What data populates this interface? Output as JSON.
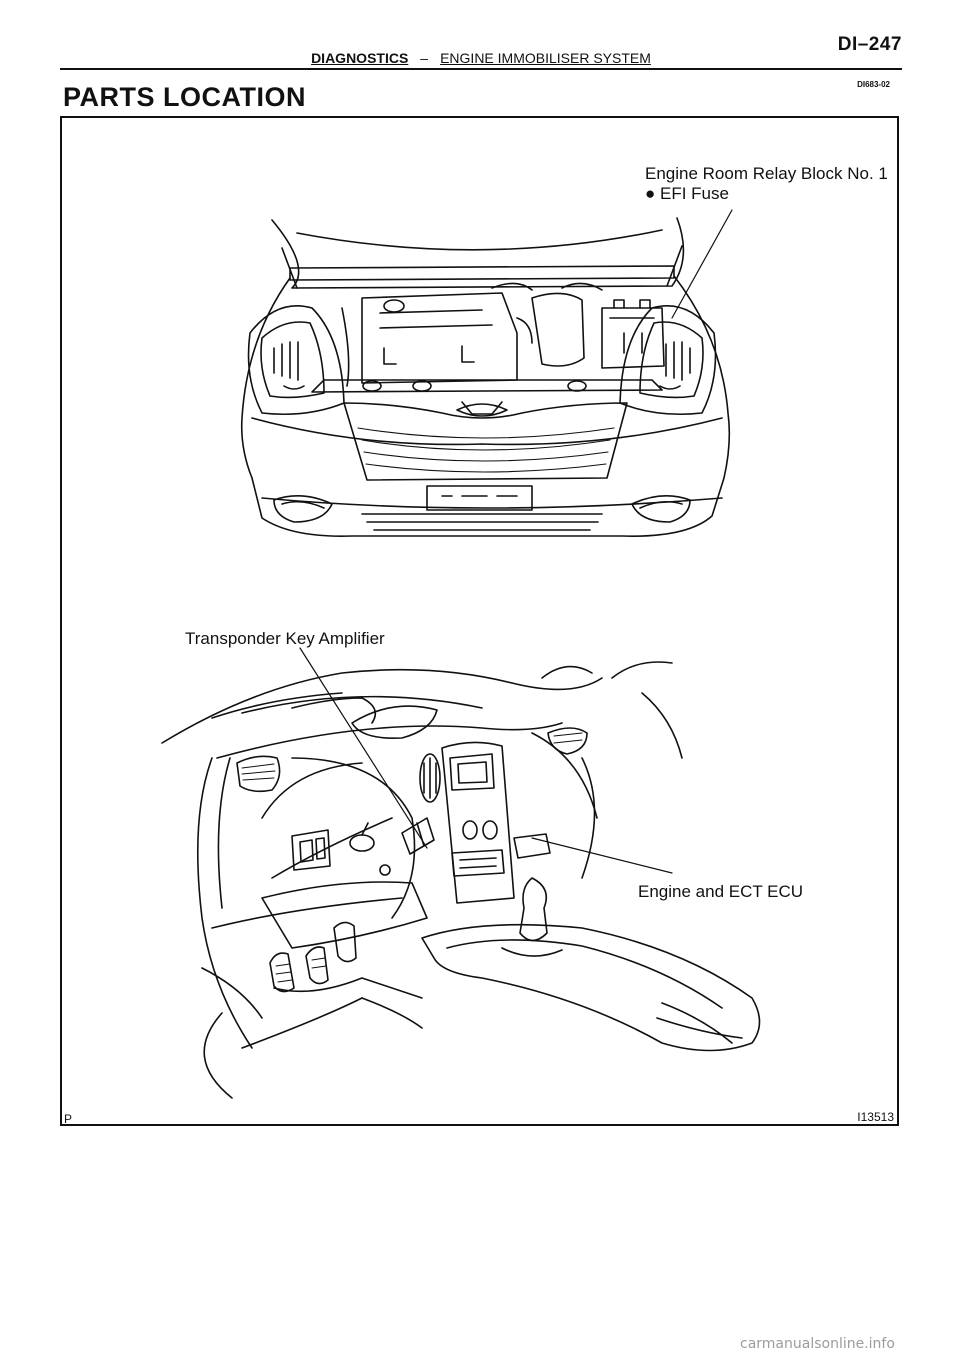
{
  "page": {
    "number": "DI–247",
    "header_section": "DIAGNOSTICS",
    "header_dash": "–",
    "header_subsection": "ENGINE IMMOBILISER SYSTEM",
    "doc_code": "DI683-02",
    "title": "PARTS LOCATION"
  },
  "figure": {
    "labels": {
      "relay_block": "Engine Room Relay Block No. 1",
      "efi_fuse": "● EFI Fuse",
      "transponder": "Transponder Key Amplifier",
      "ecu": "Engine and ECT ECU"
    },
    "corner_mark": "P",
    "figure_id": "I13513"
  },
  "footer": {
    "watermark": "carmanualsonline.info"
  }
}
